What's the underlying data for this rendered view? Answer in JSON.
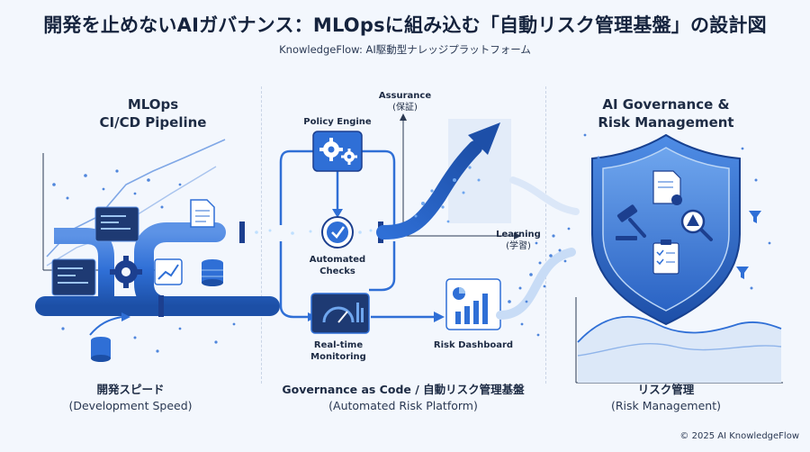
{
  "header": {
    "title": "開発を止めないAIガバナンス：MLOpsに組み込む「自動リスク管理基盤」の設計図",
    "subtitle": "KnowledgeFlow: AI駆動型ナレッジプラットフォーム"
  },
  "left": {
    "heading_line1": "MLOps",
    "heading_line2": "CI/CD Pipeline",
    "footer_main": "開発スピード",
    "footer_sub": "(Development Speed)"
  },
  "center": {
    "policy_engine": "Policy Engine",
    "automated_checks_line1": "Automated",
    "automated_checks_line2": "Checks",
    "realtime_line1": "Real-time",
    "realtime_line2": "Monitoring",
    "risk_dashboard": "Risk Dashboard",
    "assurance_line1": "Assurance",
    "assurance_line2": "(保証)",
    "learning_line1": "Learning",
    "learning_line2": "(学習)",
    "footer_main": "Governance as Code / 自動リスク管理基盤",
    "footer_sub": "(Automated Risk Platform)"
  },
  "right": {
    "heading_line1": "AI Governance &",
    "heading_line2": "Risk Management",
    "footer_main": "リスク管理",
    "footer_sub": "(Risk Management)"
  },
  "footer": {
    "copyright": "© 2025 AI KnowledgeFlow"
  },
  "colors": {
    "primary": "#2f6fd6",
    "dark": "#1c3f8f",
    "light": "#9cc4f2",
    "background": "#f3f7fd"
  },
  "icons": [
    "gear-icon",
    "checkmark-icon",
    "gauge-icon",
    "bar-chart-icon",
    "shield-icon",
    "gavel-icon",
    "certificate-icon",
    "magnifier-warning-icon",
    "clipboard-checklist-icon",
    "funnel-icon",
    "database-icon",
    "document-icon",
    "code-window-icon"
  ]
}
